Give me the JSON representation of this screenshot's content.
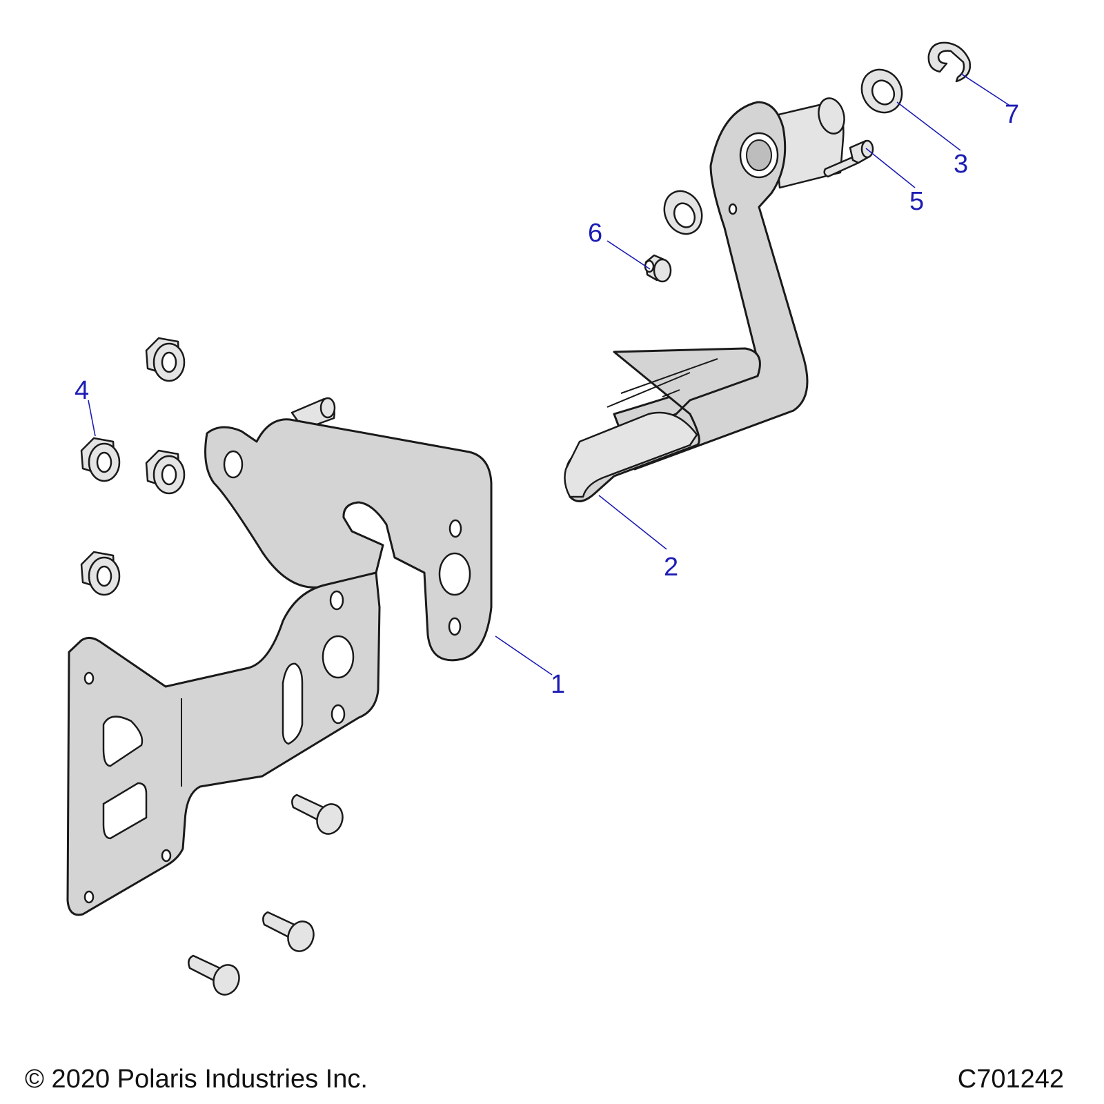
{
  "callouts": [
    {
      "id": "1",
      "label": "1",
      "part": "mounting-bracket"
    },
    {
      "id": "2",
      "label": "2",
      "part": "brake-pedal"
    },
    {
      "id": "3",
      "label": "3",
      "part": "bushing"
    },
    {
      "id": "4",
      "label": "4",
      "part": "flange-nut"
    },
    {
      "id": "5",
      "label": "5",
      "part": "pivot-bolt"
    },
    {
      "id": "6",
      "label": "6",
      "part": "small-nut"
    },
    {
      "id": "7",
      "label": "7",
      "part": "e-clip"
    }
  ],
  "footer": {
    "copyright": "© 2020 Polaris Industries Inc.",
    "drawing_code": "C701242"
  },
  "colors": {
    "part_fill": "#d4d4d4",
    "outline": "#1a1a1a",
    "callout": "#1c1cb4"
  }
}
